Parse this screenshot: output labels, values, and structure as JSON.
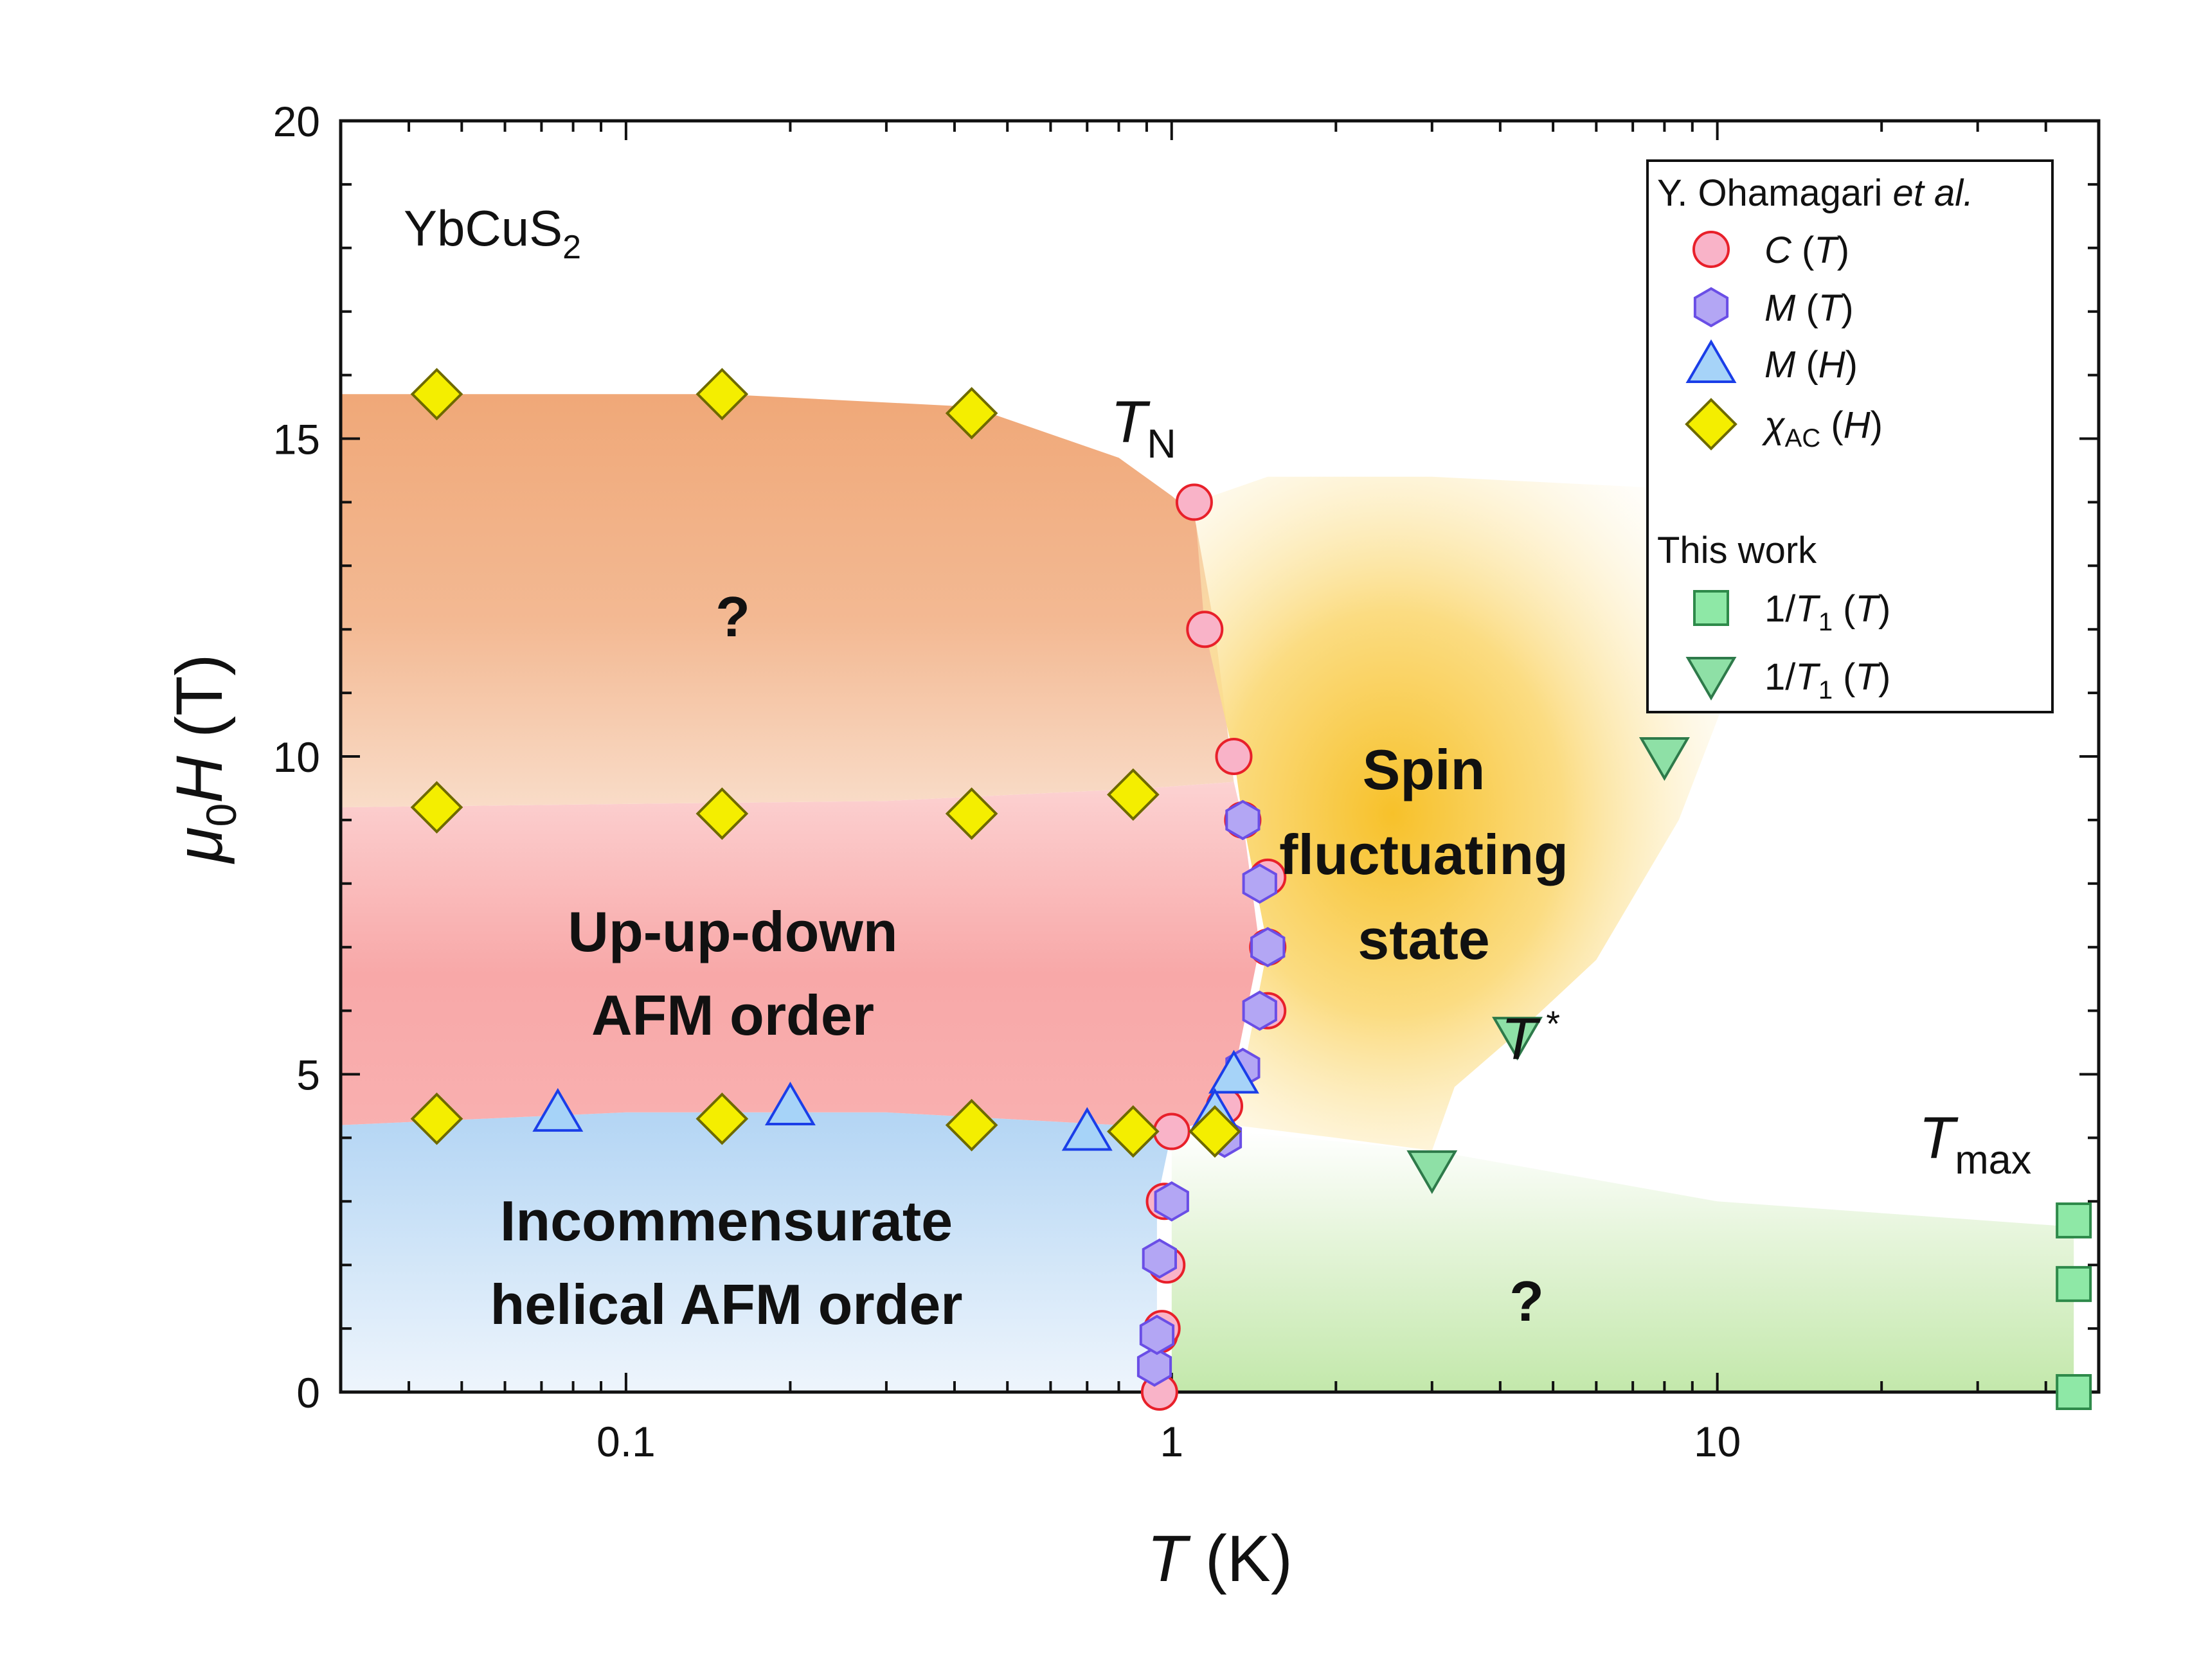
{
  "chart_data": {
    "type": "scatter",
    "compound": "YbCuS2",
    "xlabel": "T (K)",
    "ylabel": "μ0H (T)",
    "x_scale": "log",
    "xlim": [
      0.03,
      50
    ],
    "ylim": [
      0,
      20
    ],
    "x_ticks": [
      {
        "value": 0.1,
        "label": "0.1"
      },
      {
        "value": 1,
        "label": "1"
      },
      {
        "value": 10,
        "label": "10"
      }
    ],
    "y_ticks": [
      0,
      5,
      10,
      15,
      20
    ],
    "legend": {
      "position": "top-right",
      "group1_title": "Y. Ohamagari et al.",
      "group2_title": "This work"
    },
    "regions": [
      {
        "name": "?",
        "color": "#f0a878",
        "label": "?"
      },
      {
        "name": "Up-up-down AFM order",
        "color": "#f8a6a6",
        "label_lines": [
          "Up-up-down",
          "AFM order"
        ]
      },
      {
        "name": "Incommensurate helical AFM order",
        "color": "#b5d6f4",
        "label_lines": [
          "Incommensurate",
          "helical AFM order"
        ]
      },
      {
        "name": "Spin fluctuating state",
        "color": "#f8c430",
        "label_lines": [
          "Spin",
          "fluctuating",
          "state"
        ]
      },
      {
        "name": "?",
        "color": "#bfe6a6",
        "label": "?"
      }
    ],
    "annotations": {
      "TN": "T_N",
      "Tstar": "T*",
      "Tmax": "T_max"
    },
    "series": [
      {
        "name": "C (T)",
        "marker": "circle",
        "fill": "#f9b3c8",
        "stroke": "#e8202a",
        "points": [
          [
            0.95,
            0.0
          ],
          [
            0.95,
            0.9
          ],
          [
            0.96,
            1.0
          ],
          [
            0.98,
            2.0
          ],
          [
            0.97,
            3.0
          ],
          [
            1.0,
            4.1
          ],
          [
            1.25,
            4.5
          ],
          [
            1.5,
            6.0
          ],
          [
            1.5,
            7.0
          ],
          [
            1.5,
            8.1
          ],
          [
            1.35,
            9.0
          ],
          [
            1.3,
            10.0
          ],
          [
            1.15,
            12.0
          ],
          [
            1.1,
            14.0
          ]
        ]
      },
      {
        "name": "M (T)",
        "marker": "hexagon",
        "fill": "#b3a6f4",
        "stroke": "#6a4ee6",
        "points": [
          [
            0.93,
            0.4
          ],
          [
            0.94,
            0.9
          ],
          [
            0.95,
            2.1
          ],
          [
            1.0,
            3.0
          ],
          [
            1.25,
            4.0
          ],
          [
            1.35,
            5.1
          ],
          [
            1.45,
            6.0
          ],
          [
            1.5,
            7.0
          ],
          [
            1.45,
            8.0
          ],
          [
            1.35,
            9.0
          ]
        ]
      },
      {
        "name": "M (H)",
        "marker": "triangle-up",
        "fill": "#a6d3f8",
        "stroke": "#1a3ee8",
        "points": [
          [
            0.075,
            4.4
          ],
          [
            0.2,
            4.5
          ],
          [
            0.7,
            4.1
          ],
          [
            1.3,
            5.0
          ],
          [
            1.2,
            4.4
          ]
        ]
      },
      {
        "name": "χAC (H)",
        "marker": "diamond",
        "fill": "#f4ee00",
        "stroke": "#6e6a00",
        "points": [
          [
            0.045,
            15.7
          ],
          [
            0.15,
            15.7
          ],
          [
            0.43,
            15.4
          ],
          [
            0.045,
            9.2
          ],
          [
            0.15,
            9.1
          ],
          [
            0.43,
            9.1
          ],
          [
            0.85,
            9.4
          ],
          [
            0.045,
            4.3
          ],
          [
            0.15,
            4.3
          ],
          [
            0.43,
            4.2
          ],
          [
            0.85,
            4.1
          ],
          [
            1.2,
            4.1
          ]
        ]
      },
      {
        "name": "1/T1 (T)",
        "marker": "square",
        "fill": "#8ee8a6",
        "stroke": "#2e8a4a",
        "points": [
          [
            45,
            2.7
          ],
          [
            45,
            1.7
          ],
          [
            45,
            0.0
          ]
        ]
      },
      {
        "name": "1/T1 (T)",
        "marker": "triangle-down",
        "fill": "#8ee0a6",
        "stroke": "#2e7a4a",
        "points": [
          [
            8.0,
            10.0
          ],
          [
            4.3,
            5.6
          ],
          [
            3.0,
            3.5
          ]
        ]
      }
    ]
  }
}
